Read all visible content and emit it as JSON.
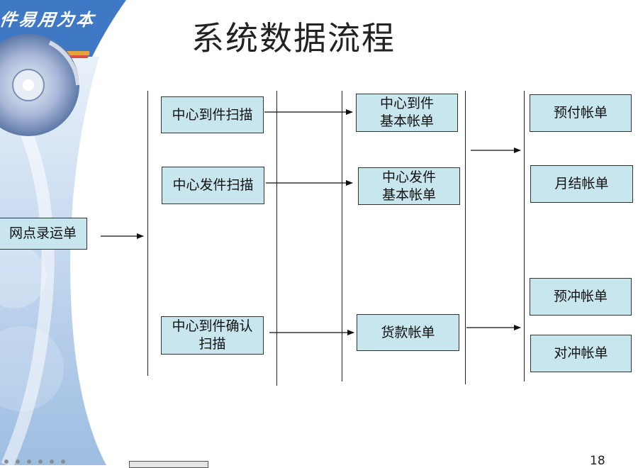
{
  "brand": {
    "slogan": "件易用为本"
  },
  "title": "系统数据流程",
  "boxes": {
    "site_entry": "网点录运单",
    "center_arrival_scan": "中心到件扫描",
    "center_dispatch_scan": "中心发件扫描",
    "center_arrival_confirm_scan": "中心到件确认\n扫描",
    "center_arrival_basic_bill": "中心到件\n基本帐单",
    "center_dispatch_basic_bill": "中心发件\n基本帐单",
    "payment_bill": "货款帐单",
    "prepaid_bill": "预付帐单",
    "monthly_bill": "月结帐单",
    "pre_offset_bill": "预冲帐单",
    "offset_bill": "对冲帐单"
  },
  "footer": {
    "page_number": "18"
  },
  "colors": {
    "box_fill": "#c8e6ee",
    "box_border": "#333333",
    "line": "#222222",
    "deco_blue": "#3f78c4"
  }
}
